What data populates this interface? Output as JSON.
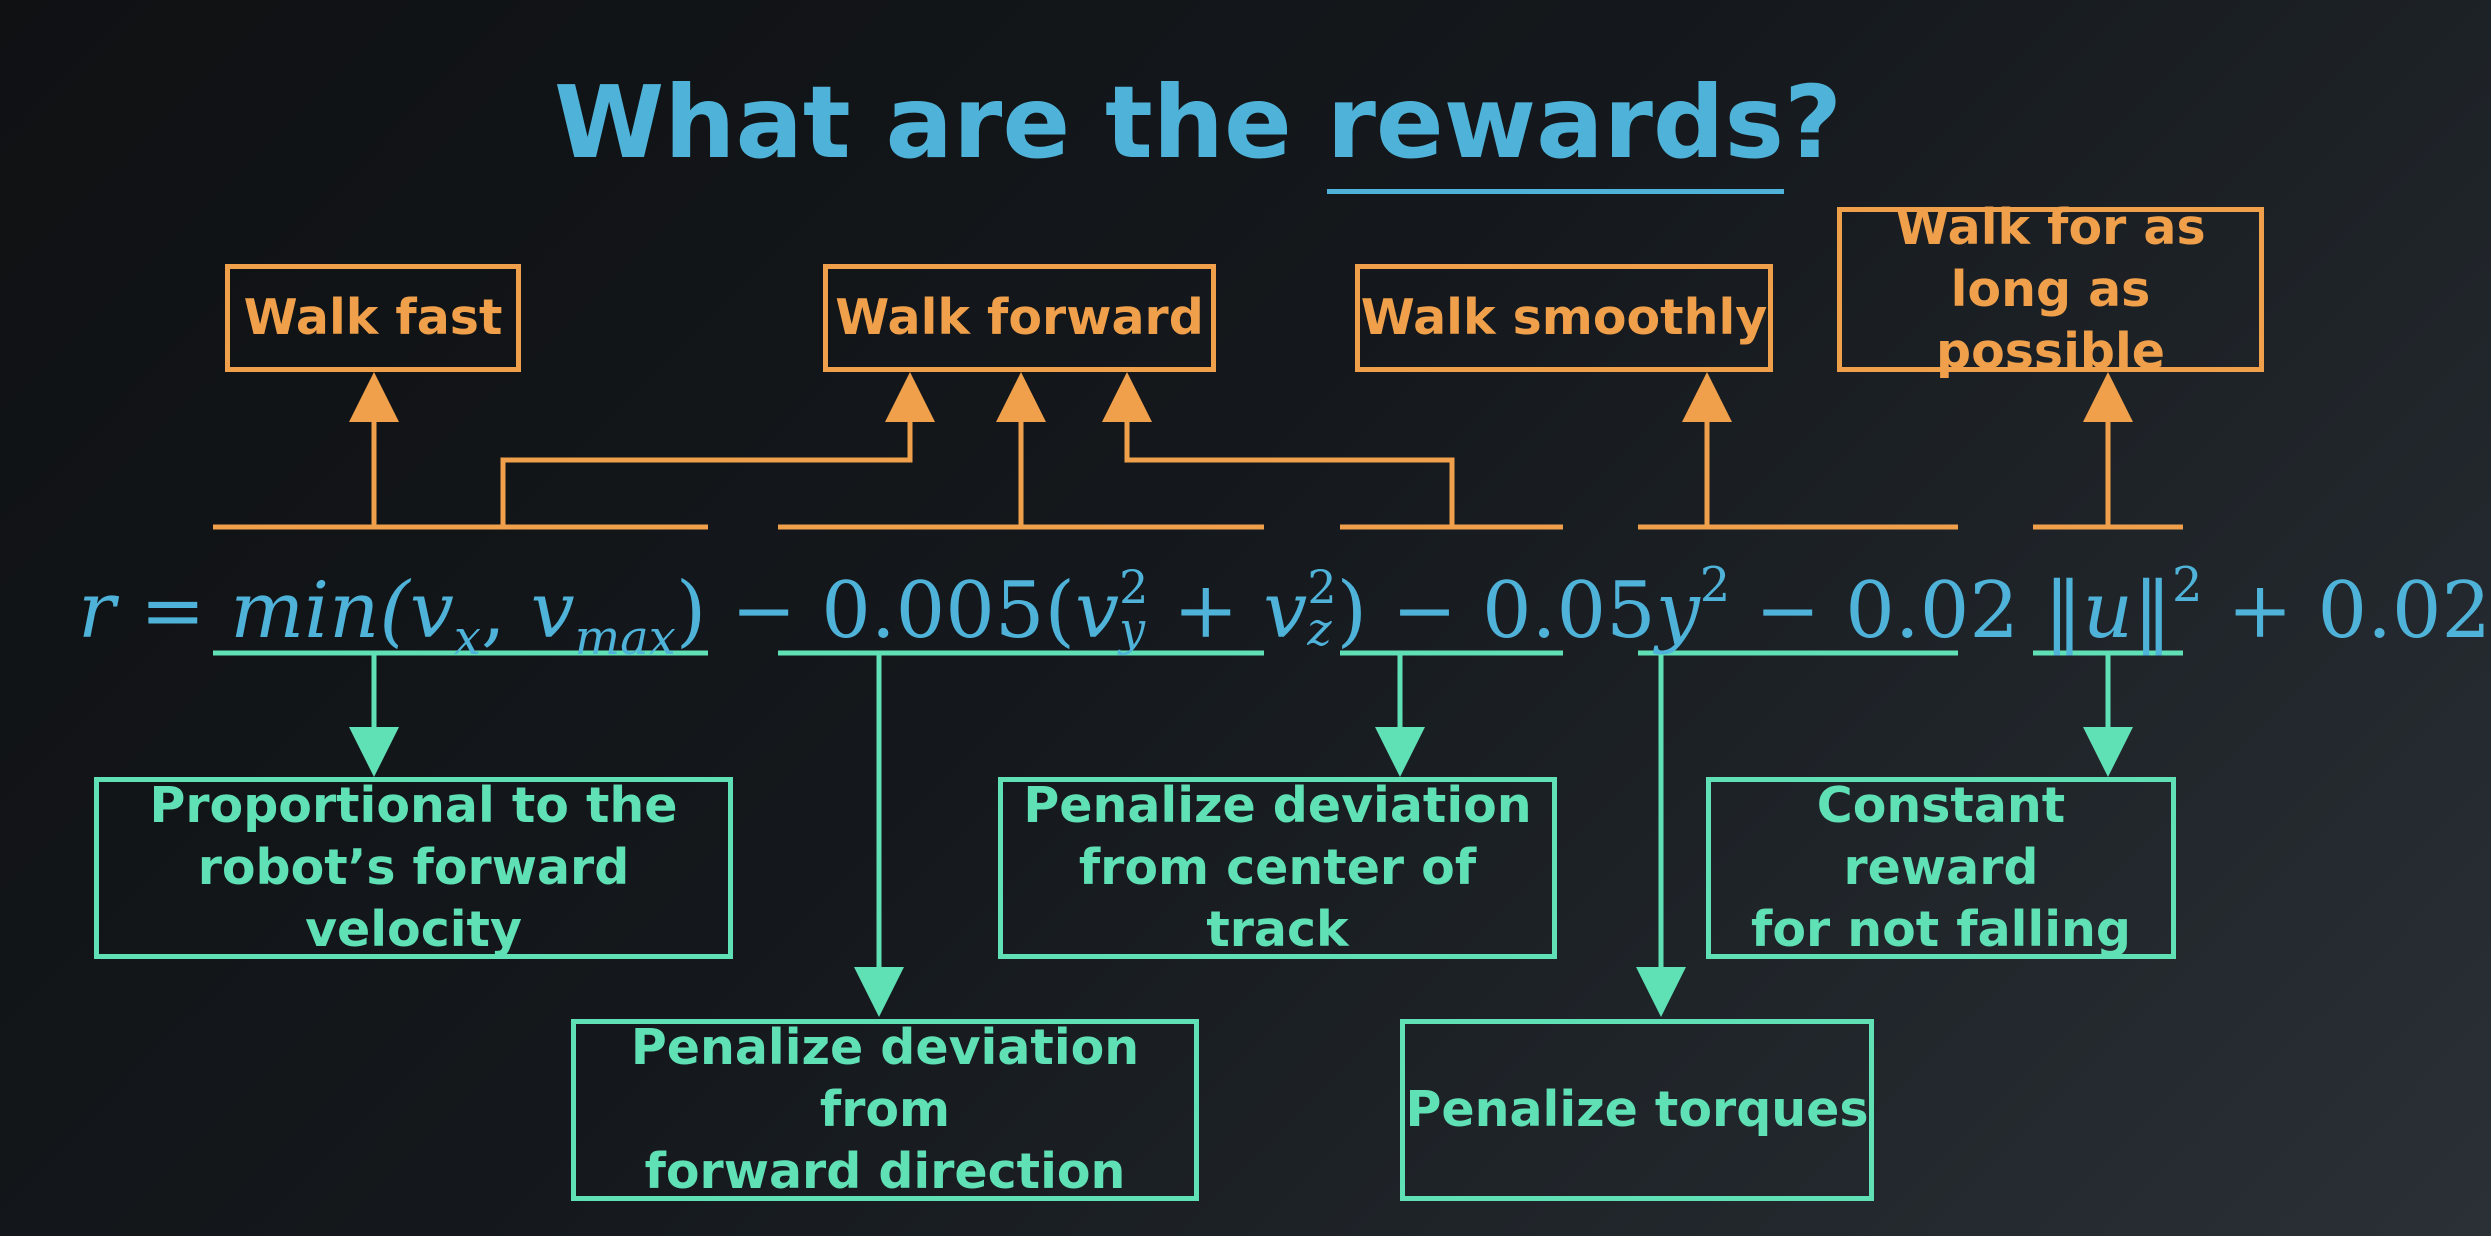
{
  "title": {
    "prefix": "What are the ",
    "emphasis": "rewards",
    "suffix": "?"
  },
  "equation": {
    "lhs": "r",
    "equals": "=",
    "t1_fn": "min(",
    "t1_v1": "v",
    "t1_s1": "x",
    "t1_comma": ", ",
    "t1_v2": "v",
    "t1_s2": "max",
    "t1_close": ")",
    "op1": "−",
    "t2_coef": "0.005(",
    "t2_v1": "v",
    "t2_sup1": "2",
    "t2_sub1": "y",
    "t2_plus": " + ",
    "t2_v2": "v",
    "t2_sup2": "2",
    "t2_sub2": "z",
    "t2_close": ")",
    "op2": "−",
    "t3_coef": "0.05",
    "t3_var": "y",
    "t3_sup": "2",
    "op3": "−",
    "t4_coef": "0.02 ",
    "t4_norm": "‖u‖",
    "t4_sup": "2",
    "op4": "+",
    "t5": "0.02"
  },
  "goals": [
    {
      "label": "Walk fast"
    },
    {
      "label": "Walk forward"
    },
    {
      "label": "Walk smoothly"
    },
    {
      "label": "Walk for as\nlong as possible"
    }
  ],
  "explanations": [
    {
      "label": "Proportional to the\nrobot’s forward velocity"
    },
    {
      "label": "Penalize deviation from\nforward direction"
    },
    {
      "label": "Penalize deviation\nfrom center of track"
    },
    {
      "label": "Penalize torques"
    },
    {
      "label": "Constant reward\nfor not falling"
    }
  ],
  "colors": {
    "title": "#4fb3d9",
    "goal": "#f0a04b",
    "explanation": "#5fe0b5",
    "equation": "#4fb3d9",
    "background": "#15191d"
  }
}
